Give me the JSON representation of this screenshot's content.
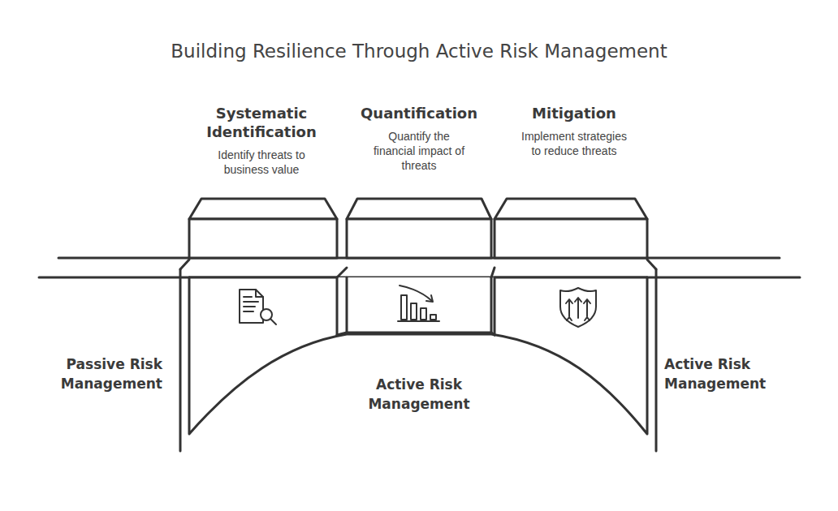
{
  "diagram": {
    "title": "Building Resilience Through Active Risk Management",
    "nodes": [
      {
        "text": [
          "Systematic Identification",
          "Identify threats to business value"
        ]
      },
      {
        "text": [
          "Quantification",
          "Quantify the financial impact of threats"
        ]
      },
      {
        "text": [
          "Mitigation",
          "Implement strategies to reduce threats"
        ]
      }
    ],
    "labels": [
      "Passive Risk Management",
      "Active Risk Management",
      "Active Risk Management"
    ]
  }
}
